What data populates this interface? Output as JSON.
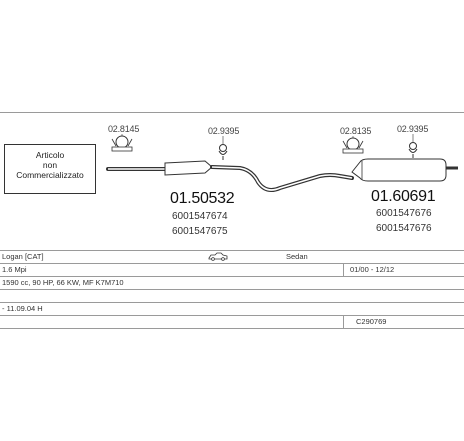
{
  "note": {
    "line1": "Articolo",
    "line2": "non",
    "line3": "Commercializzato"
  },
  "refs": {
    "clamp_front": "02.8145",
    "hanger_front": "02.9395",
    "clamp_rear": "02.8135",
    "hanger_rear": "02.9395"
  },
  "parts": {
    "middle": {
      "number": "01.50532",
      "oem1": "6001547674",
      "oem2": "6001547675"
    },
    "rear": {
      "number": "01.60691",
      "oem1": "6001547676",
      "oem2": "6001547676"
    }
  },
  "table": {
    "model": "Logan  [CAT]",
    "body_icon": "car-icon",
    "body_type": "Sedan",
    "engine": "1.6 Mpi",
    "years": "01/00 - 12/12",
    "specs": "1590 cc, 90 HP, 66 KW, MF K7M710",
    "extra": "- 11.09.04 H",
    "code": "C290769"
  },
  "colors": {
    "line": "#333333",
    "grid": "#9a9a9a"
  }
}
